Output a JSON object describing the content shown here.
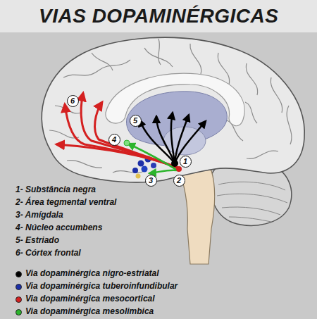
{
  "diagram": {
    "title": "VIAS DOPAMINÉRGICAS",
    "labels": [
      "6",
      "5",
      "4",
      "1",
      "3",
      "2",
      "1- Substância negra",
      "2- Área tegmental ventral",
      "3- Amígdala",
      "4- Núcleo accumbens",
      "5- Estriado",
      "6- Córtex frontal"
    ],
    "legend": [
      {
        "text": "Via dopaminérgica nigro-estriatal",
        "color": "#000000"
      },
      {
        "text": "Via dopaminérgica tuberoinfundibular",
        "color": "#1c2fa8"
      },
      {
        "text": "Via dopaminérgica mesocortical",
        "color": "#d42020"
      },
      {
        "text": "Via dopaminérgica mesolimbica",
        "color": "#2cb52c"
      }
    ]
  }
}
